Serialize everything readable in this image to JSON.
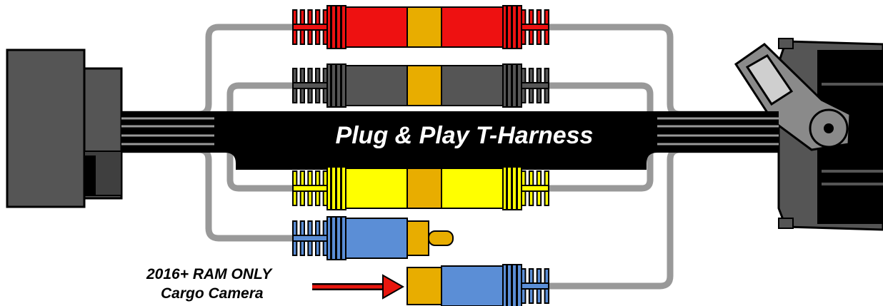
{
  "banner": {
    "title": "Plug & Play T-Harness"
  },
  "note": {
    "line1": "2016+ RAM ONLY",
    "line2": "Cargo Camera"
  },
  "colors": {
    "wire": "#999999",
    "red": "#ee1111",
    "gray": "#555555",
    "yellow": "#ffff00",
    "blue": "#5b8ed6",
    "gold": "#e8ad00",
    "black": "#000000",
    "connector": "#555555",
    "arrow": "#e8170f"
  },
  "cables": [
    {
      "color": "red"
    },
    {
      "color": "gray"
    },
    {
      "color": "yellow"
    },
    {
      "color": "blue"
    },
    {
      "color": "blue"
    }
  ]
}
